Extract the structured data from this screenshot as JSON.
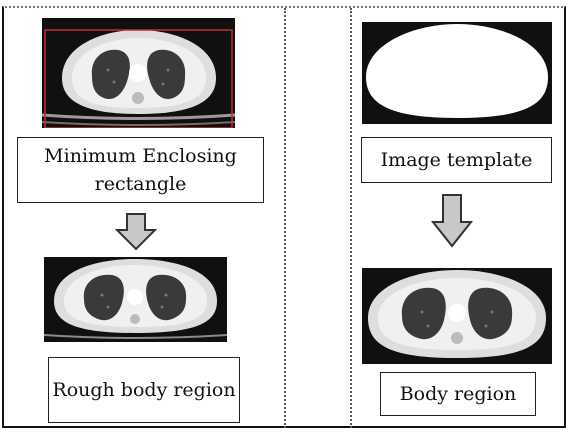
{
  "left_panel": {
    "step1_label": "Minimum Enclosing rectangle",
    "step2_label": "Rough body region"
  },
  "right_panel": {
    "step1_label": "Image template",
    "step2_label": "Body region"
  },
  "colors": {
    "enclosing_rectangle": "#c43030",
    "arrow_fill": "#c8c8c8",
    "arrow_stroke": "#333333",
    "scan_background": "#101010",
    "body_tissue": "#dedede",
    "lung": "#3a3a3a"
  }
}
